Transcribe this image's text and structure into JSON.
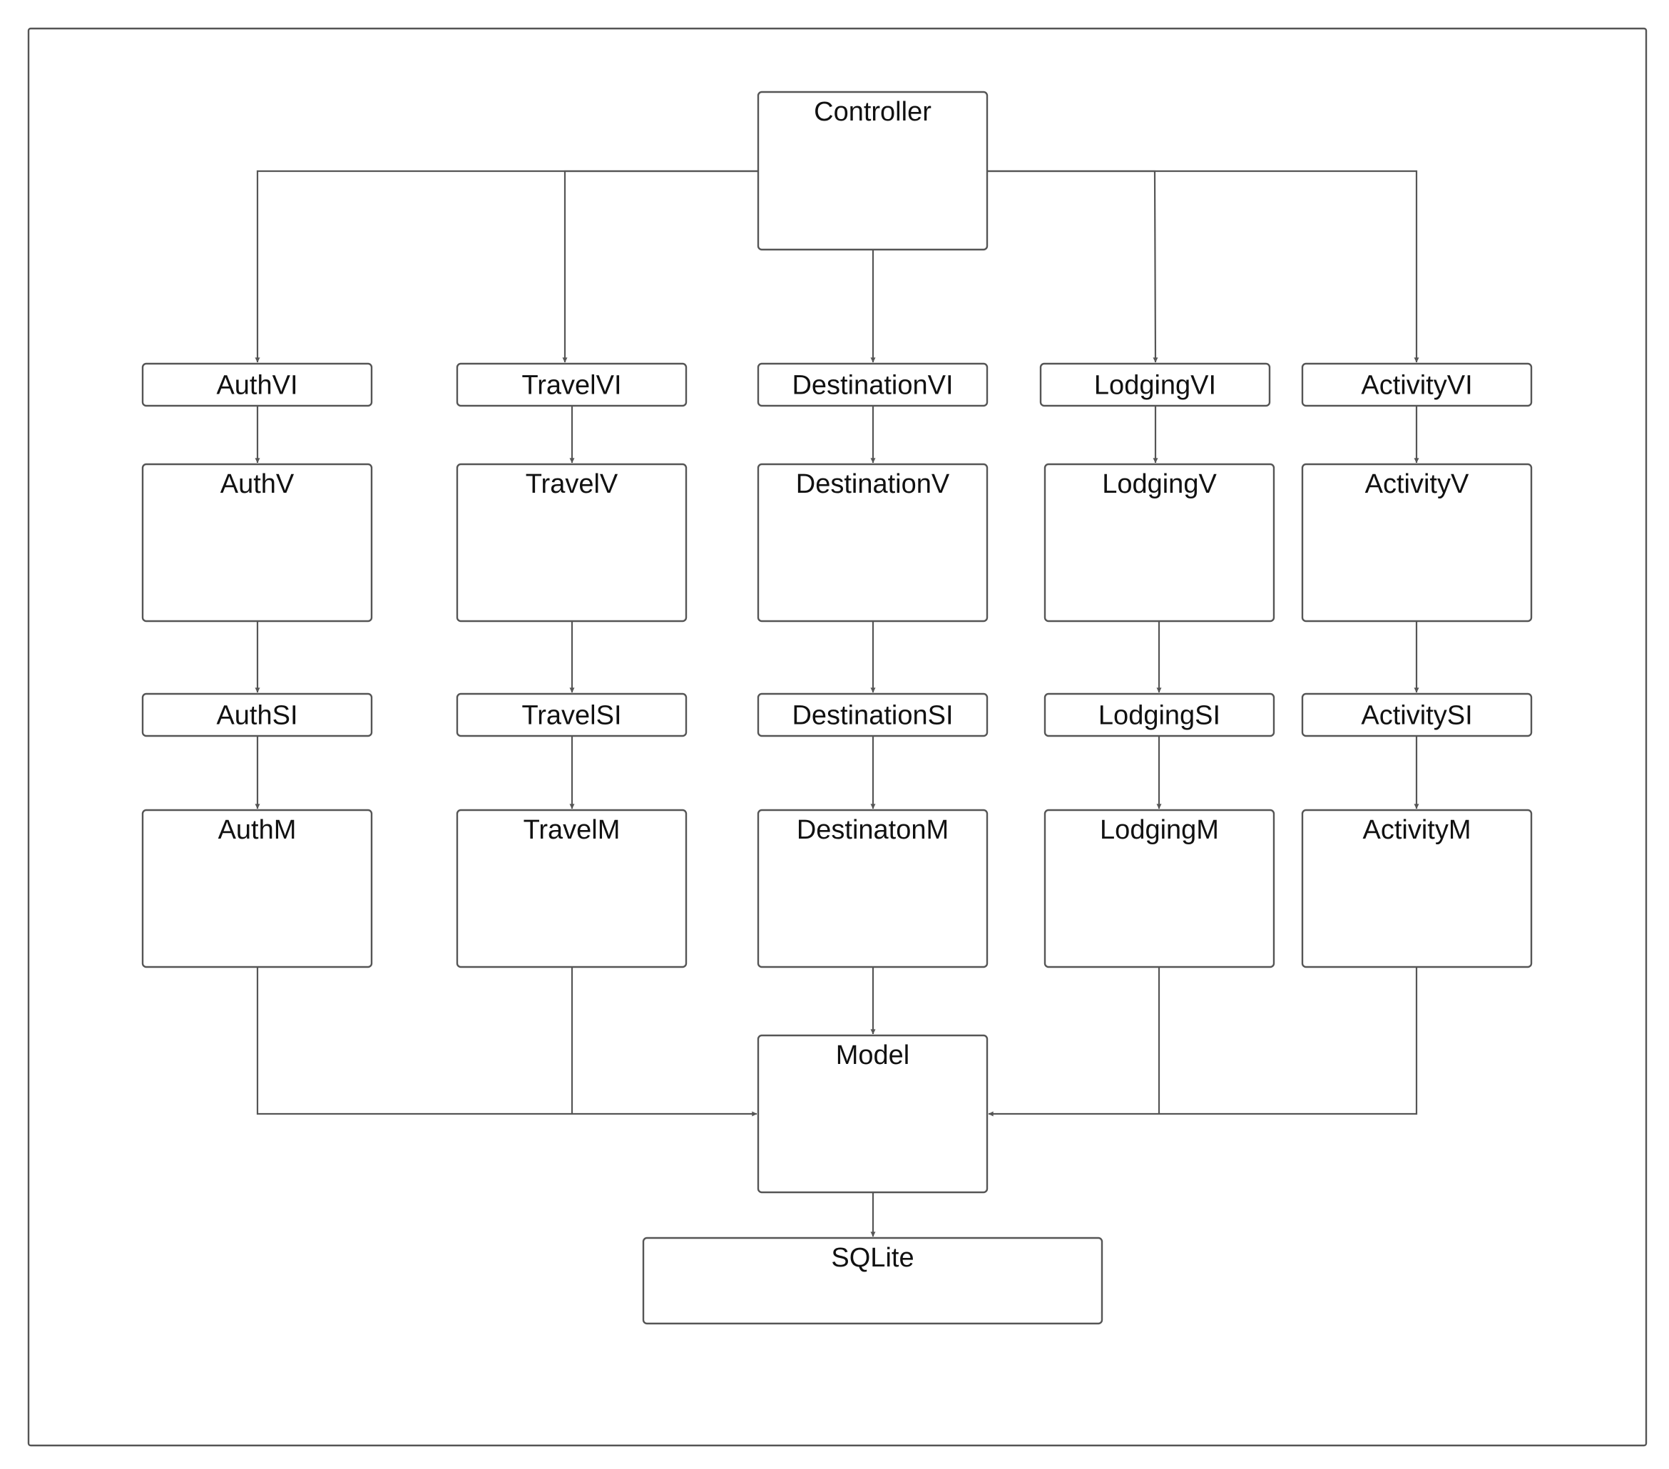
{
  "diagram": {
    "nodes": [
      {
        "id": "controller",
        "label": "Controller"
      },
      {
        "id": "authvi",
        "label": "AuthVI"
      },
      {
        "id": "travelvi",
        "label": "TravelVI"
      },
      {
        "id": "destinationvi",
        "label": "DestinationVI"
      },
      {
        "id": "lodgingvi",
        "label": "LodgingVI"
      },
      {
        "id": "activityvi",
        "label": "ActivityVI"
      },
      {
        "id": "authv",
        "label": "AuthV"
      },
      {
        "id": "travelv",
        "label": "TravelV"
      },
      {
        "id": "destinationv",
        "label": "DestinationV"
      },
      {
        "id": "lodgingv",
        "label": "LodgingV"
      },
      {
        "id": "activityv",
        "label": "ActivityV"
      },
      {
        "id": "authsi",
        "label": "AuthSI"
      },
      {
        "id": "travelsi",
        "label": "TravelSI"
      },
      {
        "id": "destinationsi",
        "label": "DestinationSI"
      },
      {
        "id": "lodgingsi",
        "label": "LodgingSI"
      },
      {
        "id": "activitysi",
        "label": "ActivitySI"
      },
      {
        "id": "authm",
        "label": "AuthM"
      },
      {
        "id": "travelm",
        "label": "TravelM"
      },
      {
        "id": "destinatonm",
        "label": "DestinatonM"
      },
      {
        "id": "lodgingm",
        "label": "LodgingM"
      },
      {
        "id": "activitym",
        "label": "ActivityM"
      },
      {
        "id": "model",
        "label": "Model"
      },
      {
        "id": "sqlite",
        "label": "SQLite"
      }
    ],
    "edges": [
      {
        "from": "controller",
        "to": "authvi"
      },
      {
        "from": "controller",
        "to": "travelvi"
      },
      {
        "from": "controller",
        "to": "destinationvi"
      },
      {
        "from": "controller",
        "to": "lodgingvi"
      },
      {
        "from": "controller",
        "to": "activityvi"
      },
      {
        "from": "authvi",
        "to": "authv"
      },
      {
        "from": "travelvi",
        "to": "travelv"
      },
      {
        "from": "destinationvi",
        "to": "destinationv"
      },
      {
        "from": "lodgingvi",
        "to": "lodgingv"
      },
      {
        "from": "activityvi",
        "to": "activityv"
      },
      {
        "from": "authv",
        "to": "authsi"
      },
      {
        "from": "travelv",
        "to": "travelsi"
      },
      {
        "from": "destinationv",
        "to": "destinationsi"
      },
      {
        "from": "lodgingv",
        "to": "lodgingsi"
      },
      {
        "from": "activityv",
        "to": "activitysi"
      },
      {
        "from": "authsi",
        "to": "authm"
      },
      {
        "from": "travelsi",
        "to": "travelm"
      },
      {
        "from": "destinationsi",
        "to": "destinatonm"
      },
      {
        "from": "lodgingsi",
        "to": "lodgingm"
      },
      {
        "from": "activitysi",
        "to": "activitym"
      },
      {
        "from": "authm",
        "to": "model"
      },
      {
        "from": "travelm",
        "to": "model"
      },
      {
        "from": "destinatonm",
        "to": "model"
      },
      {
        "from": "lodgingm",
        "to": "model"
      },
      {
        "from": "activitym",
        "to": "model"
      },
      {
        "from": "model",
        "to": "sqlite"
      }
    ],
    "colors": {
      "stroke": "#555555",
      "text": "#111111",
      "background": "#ffffff"
    }
  }
}
